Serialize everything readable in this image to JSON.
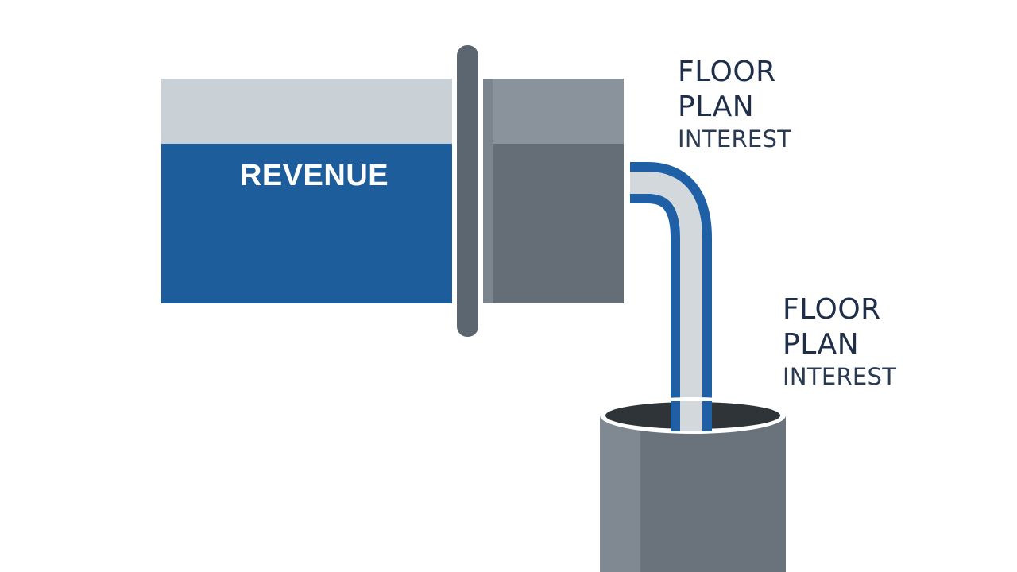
{
  "diagram": {
    "source_label": "REVENUE",
    "top_label": {
      "line1": "FLOOR",
      "line2": "PLAN",
      "line3": "INTEREST"
    },
    "bottom_label": {
      "line1": "FLOOR",
      "line2": "PLAN",
      "line3": "INTEREST"
    },
    "colors": {
      "revenue_blue": "#1e5d9c",
      "tank_top_gray": "#c9d0d6",
      "valve_gray": "#5b6670",
      "pipe_blue": "#1f5fa6",
      "pipe_inner": "#d3d8dc",
      "drain_gray": "#6a737b",
      "text_navy": "#1f2f4a"
    }
  }
}
